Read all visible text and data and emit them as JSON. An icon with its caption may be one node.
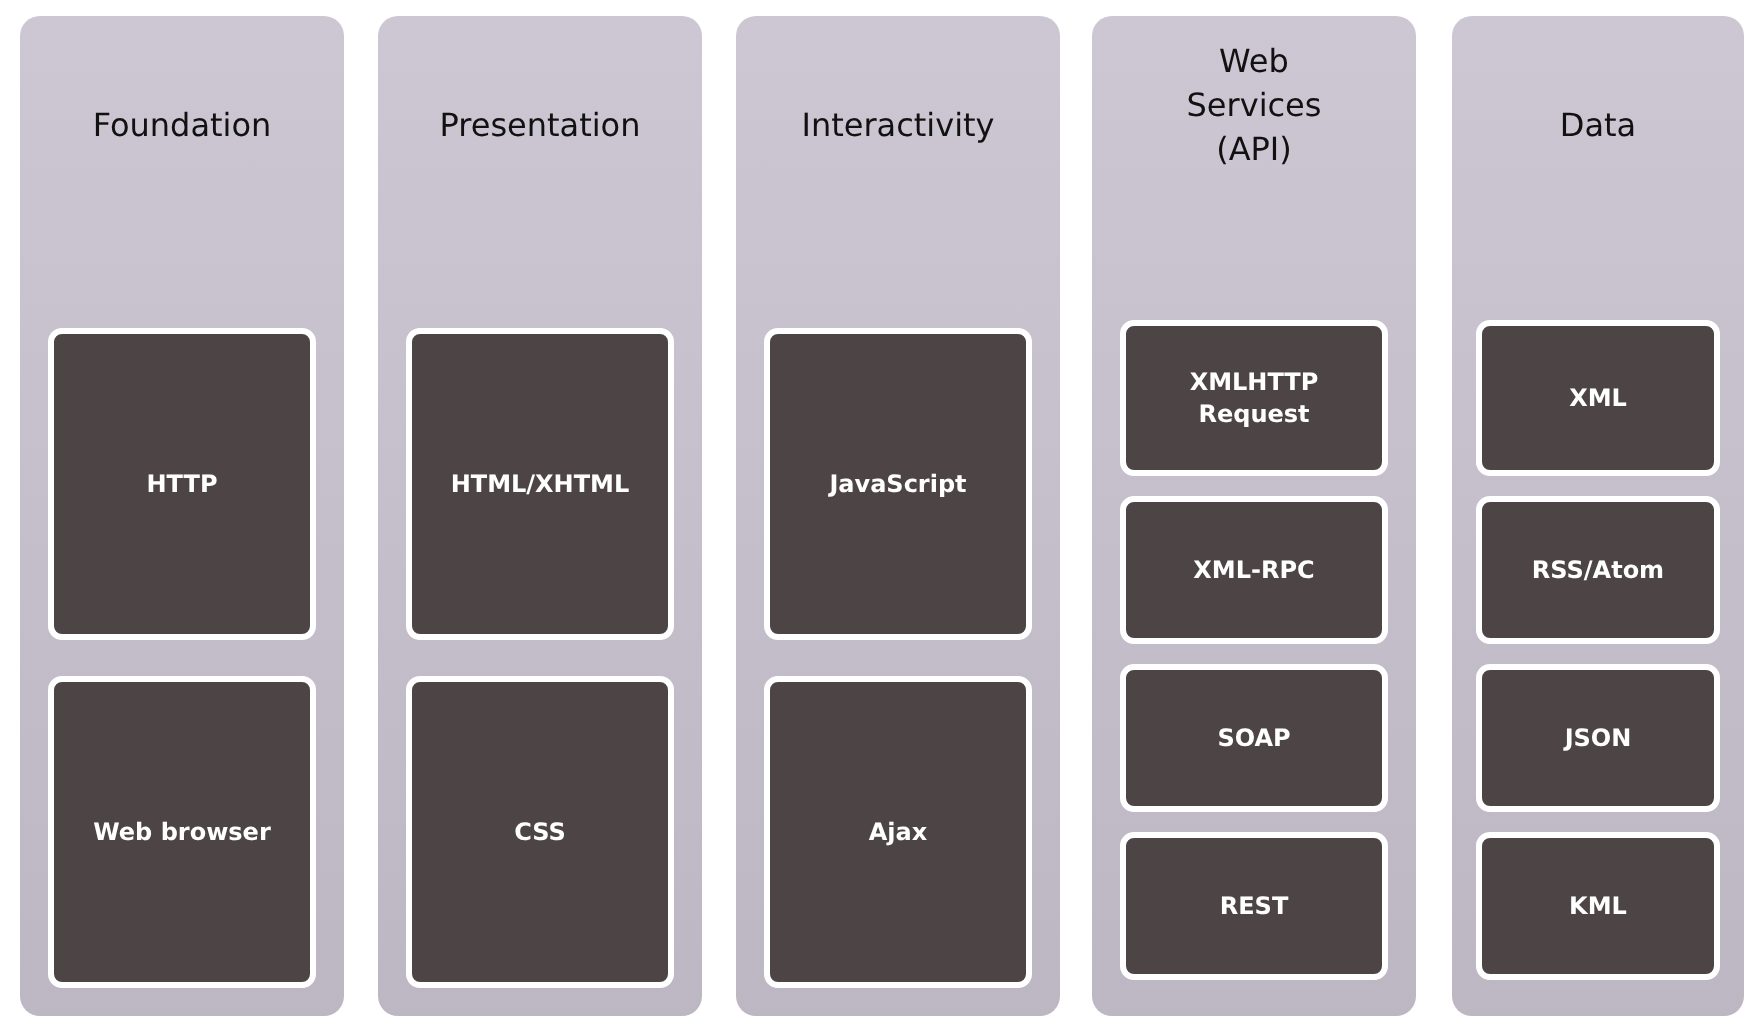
{
  "diagram": {
    "nodes": [
      {
        "text": [
          "Foundation"
        ]
      },
      {
        "text": [
          "HTTP"
        ],
        "in": 0
      },
      {
        "text": [
          "Web browser"
        ],
        "in": 0
      },
      {
        "text": [
          "Presentation"
        ]
      },
      {
        "text": [
          "HTML/XHTML"
        ],
        "in": 3
      },
      {
        "text": [
          "CSS"
        ],
        "in": 3
      },
      {
        "text": [
          "Interactivity"
        ]
      },
      {
        "text": [
          "JavaScript"
        ],
        "in": 6
      },
      {
        "text": [
          "Ajax"
        ],
        "in": 6
      },
      {
        "text": [
          "Web Services (API)"
        ]
      },
      {
        "text": [
          "XMLHTTP Request"
        ],
        "in": 9
      },
      {
        "text": [
          "XML-RPC"
        ],
        "in": 9
      },
      {
        "text": [
          "SOAP"
        ],
        "in": 9
      },
      {
        "text": [
          "REST"
        ],
        "in": 9
      },
      {
        "text": [
          "Data"
        ]
      },
      {
        "text": [
          "XML"
        ],
        "in": 14
      },
      {
        "text": [
          "RSS/Atom"
        ],
        "in": 14
      },
      {
        "text": [
          "JSON"
        ],
        "in": 14
      },
      {
        "text": [
          "KML"
        ],
        "in": 14
      }
    ]
  }
}
